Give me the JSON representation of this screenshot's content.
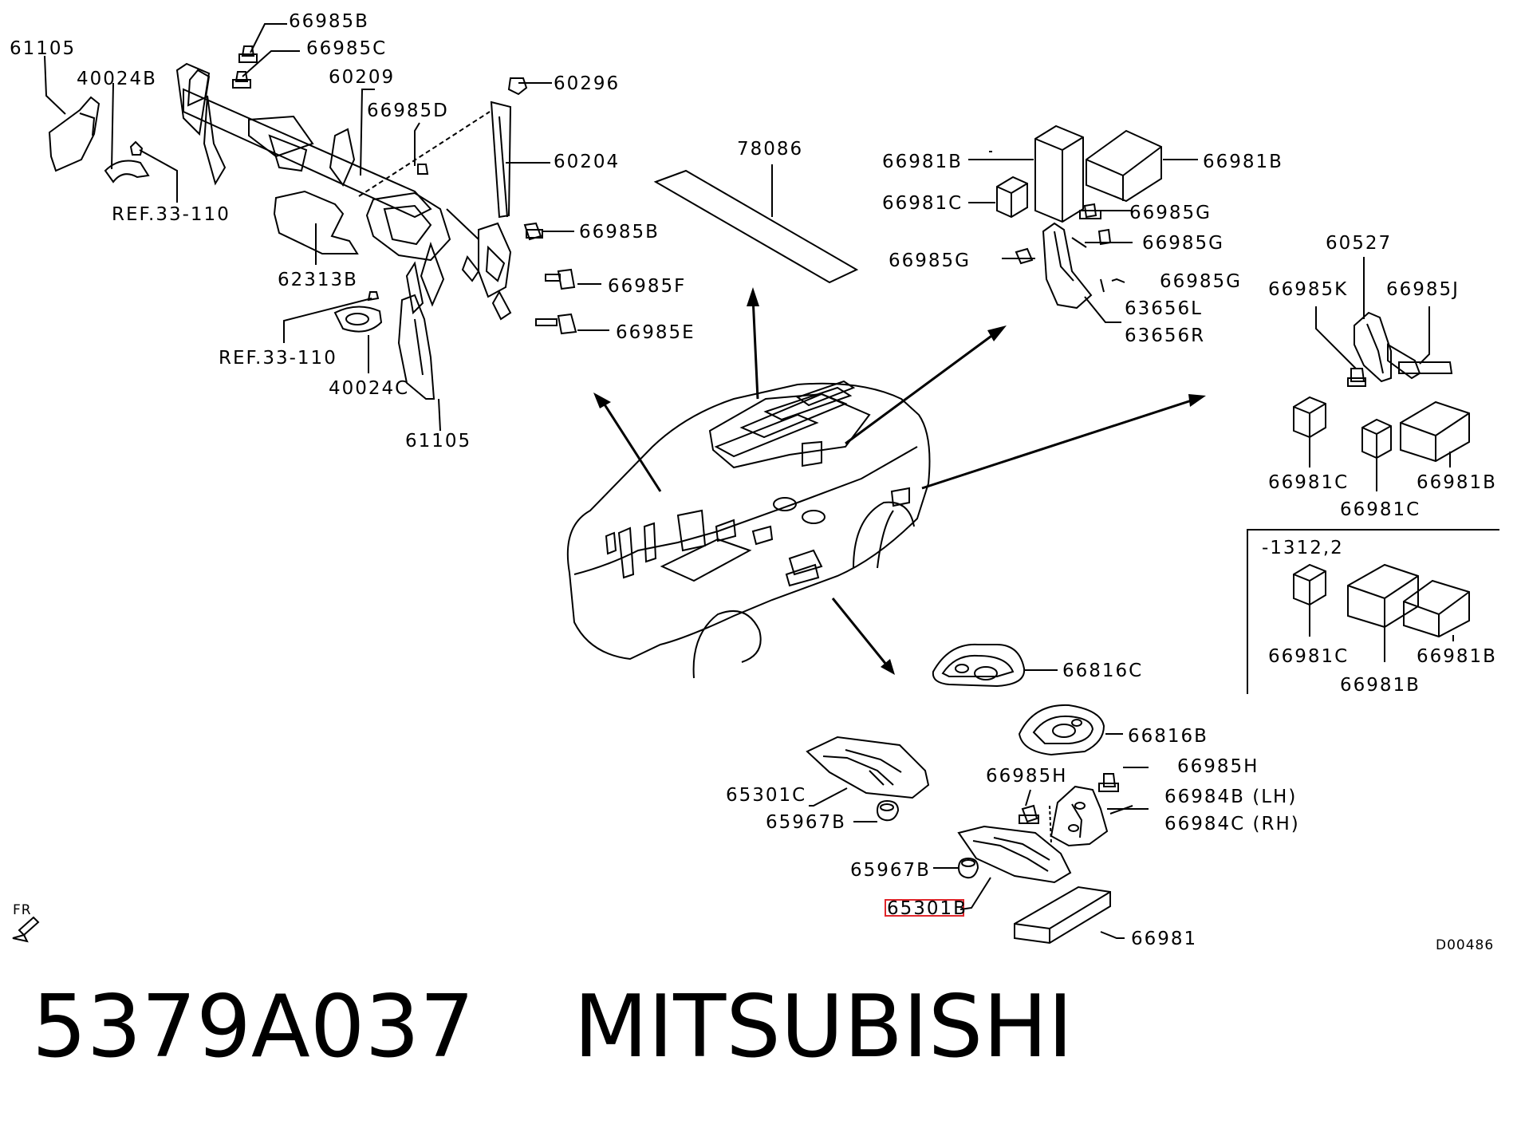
{
  "diagram": {
    "labels": {
      "l_61105_a": "61105",
      "l_40024b": "40024B",
      "l_66985b_1": "66985B",
      "l_66985c": "66985C",
      "l_60209": "60209",
      "l_66985d": "66985D",
      "l_60296": "60296",
      "l_60204": "60204",
      "l_ref_1": "REF.33-110",
      "l_66985b_2": "66985B",
      "l_62313b": "62313B",
      "l_66985f": "66985F",
      "l_66985e": "66985E",
      "l_ref_2": "REF.33-110",
      "l_40024c": "40024C",
      "l_61105_b": "61105",
      "l_78086": "78086",
      "l_66981b_1": "66981B",
      "l_66981b_2": "66981B",
      "l_66981c_1": "66981C",
      "l_66985g_1": "66985G",
      "l_66985g_2": "66985G",
      "l_66985g_3": "66985G",
      "l_66985g_4": "66985G",
      "l_63656l": "63656L",
      "l_63656r": "63656R",
      "l_60527": "60527",
      "l_66985k": "66985K",
      "l_66985j": "66985J",
      "l_66981c_2": "66981C",
      "l_66981c_3": "66981C",
      "l_66981b_3": "66981B",
      "l_range": "-1312,2",
      "l_66981c_4": "66981C",
      "l_66981b_4": "66981B",
      "l_66981b_5": "66981B",
      "l_66816c": "66816C",
      "l_66816b": "66816B",
      "l_66985h_1": "66985H",
      "l_66985h_2": "66985H",
      "l_66984b": "66984B (LH)",
      "l_66984c": "66984C (RH)",
      "l_65301c": "65301C",
      "l_65967b_1": "65967B",
      "l_65967b_2": "65967B",
      "l_65301b": "65301B",
      "l_66981": "66981",
      "l_fr": "FR",
      "l_code": "D00486"
    },
    "highlight_color": "#e0262b"
  },
  "footer": {
    "part_number": "5379A037",
    "brand": "MITSUBISHI"
  }
}
